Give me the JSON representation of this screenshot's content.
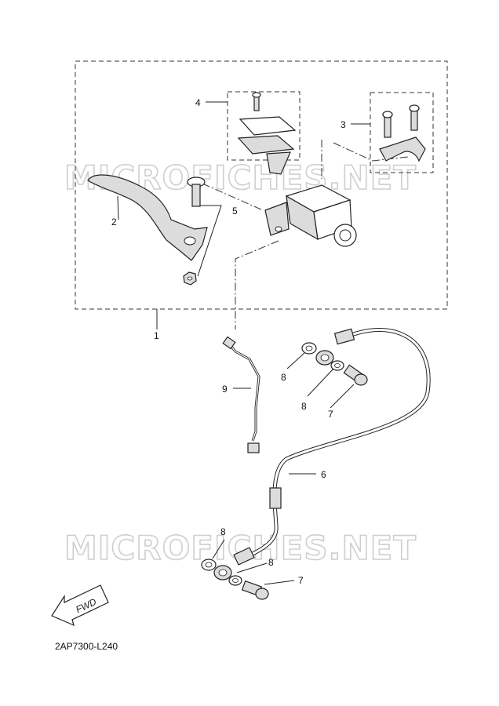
{
  "watermark": {
    "text_top": "MICROFICHES.NET",
    "text_bottom": "MICROFICHES.NET"
  },
  "callouts": [
    {
      "id": "1",
      "label": "1"
    },
    {
      "id": "2",
      "label": "2"
    },
    {
      "id": "3",
      "label": "3"
    },
    {
      "id": "4",
      "label": "4"
    },
    {
      "id": "5",
      "label": "5"
    },
    {
      "id": "6",
      "label": "6"
    },
    {
      "id": "7a",
      "label": "7"
    },
    {
      "id": "7b",
      "label": "7"
    },
    {
      "id": "8a",
      "label": "8"
    },
    {
      "id": "8b",
      "label": "8"
    },
    {
      "id": "8c",
      "label": "8"
    },
    {
      "id": "8d",
      "label": "8"
    },
    {
      "id": "9",
      "label": "9"
    }
  ],
  "fwd_label": "FWD",
  "diagram_code": "2AP7300-L240"
}
